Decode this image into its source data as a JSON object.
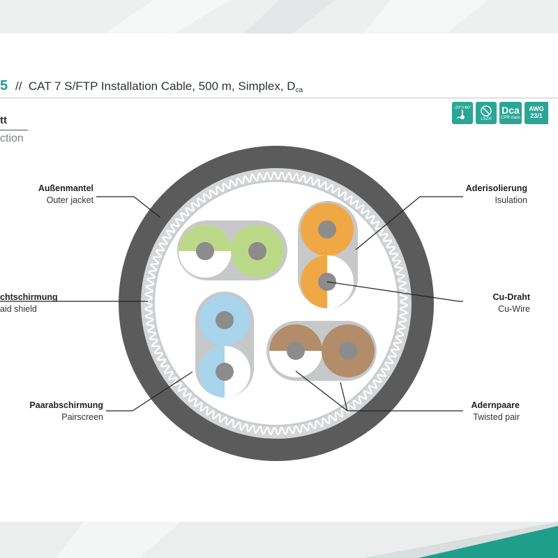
{
  "header": {
    "number": "5",
    "separator": "//",
    "title": "CAT 7 S/FTP Installation Cable, 500 m, Simplex, D",
    "title_subscript": "ca"
  },
  "section": {
    "line1": "tt",
    "line2": "ction"
  },
  "badges": [
    {
      "name": "temperature-badge",
      "text": "-20°|+60°"
    },
    {
      "name": "lszh-badge",
      "text": "LSZH"
    },
    {
      "name": "cpr-badge",
      "main": "Dca",
      "text": "CPR class"
    },
    {
      "name": "awg-badge",
      "main": "AWG",
      "text": "23/1"
    }
  ],
  "labels": {
    "outer_jacket": {
      "de": "Außenmantel",
      "en": "Outer jacket"
    },
    "braid_shield": {
      "de": "chtschirmung",
      "en": "aid shield"
    },
    "pairscreen": {
      "de": "Paarabschirmung",
      "en": "Pairscreen"
    },
    "insulation": {
      "de": "Aderisolierung",
      "en": "Isulation"
    },
    "cu_wire": {
      "de": "Cu-Draht",
      "en": "Cu-Wire"
    },
    "twisted_pair": {
      "de": "Adernpaare",
      "en": "Twisted pair"
    }
  },
  "colors": {
    "accent": "#1f9e8c",
    "jacket": "#5b5b5b",
    "shield": "#c9cbcc",
    "pair_green": "#bcd98a",
    "pair_orange": "#f0a845",
    "pair_blue": "#a8d4ec",
    "pair_brown": "#b38c6a",
    "wire": "#8c8c8c"
  }
}
